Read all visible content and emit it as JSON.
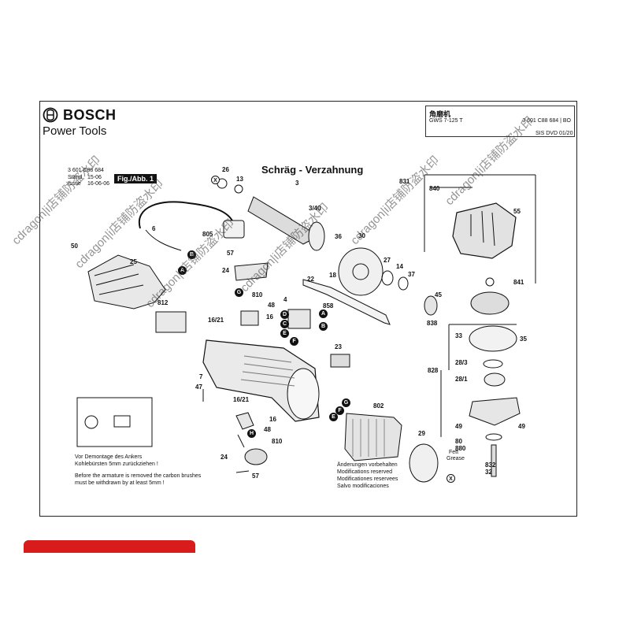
{
  "brand": {
    "name": "BOSCH",
    "subtitle": "Power Tools"
  },
  "header": {
    "product_name": "角磨机",
    "model": "GWS 7-125 T",
    "code": "3 601 C88 684 | BO",
    "sis": "SIS DVD 01/20"
  },
  "doc_info": {
    "number": "3 601 C88 684",
    "stand_label": "Stand",
    "issue_label": "Issue",
    "stand_value": "15-06",
    "issue_value": "16-06-06",
    "fig_label": "Fig./Abb. 1"
  },
  "title": "Schräg - Verzahnung",
  "notes": {
    "armature_de": "Vor Demontage des Ankers",
    "armature_de2": "Kohlebürsten 5mm zurückziehen !",
    "armature_en": "Before the armature is removed the carbon brushes",
    "armature_en2": "must be withdrawn by at least 5mm !",
    "changes_1": "Änderungen vorbehalten",
    "changes_2": "Modifications reserved",
    "changes_3": "Modificationes reservees",
    "changes_4": "Salvo modificaciones",
    "grease_1": "Fett",
    "grease_2": "Grease"
  },
  "part_labels": [
    "26",
    "13",
    "3",
    "3/40",
    "6",
    "805",
    "50",
    "25",
    "812",
    "36",
    "30",
    "27",
    "14",
    "37",
    "45",
    "838",
    "22",
    "18",
    "57",
    "24",
    "810",
    "48",
    "4",
    "858",
    "16/21",
    "16",
    "7",
    "47",
    "23",
    "802",
    "16/21",
    "16",
    "48",
    "810",
    "24",
    "57",
    "29",
    "831",
    "840",
    "55",
    "841",
    "33",
    "35",
    "828",
    "28/3",
    "28/1",
    "49",
    "49",
    "80",
    "880",
    "832",
    "32"
  ],
  "letter_markers": [
    "X",
    "B",
    "A",
    "G",
    "D",
    "C",
    "E",
    "F",
    "A",
    "B",
    "G",
    "F",
    "E",
    "H",
    "X"
  ],
  "watermarks": [
    "cdragon|i店铺防盗水印",
    "cdragon|i店铺防盗水印",
    "cdragon|i店铺防盗水印",
    "cdragon|i店铺防盗水印",
    "cdragon|i店铺防盗水印",
    "cdragon|i店铺防盗水印"
  ],
  "colors": {
    "ink": "#111111",
    "accent": "#d81b1b",
    "paper": "#ffffff"
  }
}
